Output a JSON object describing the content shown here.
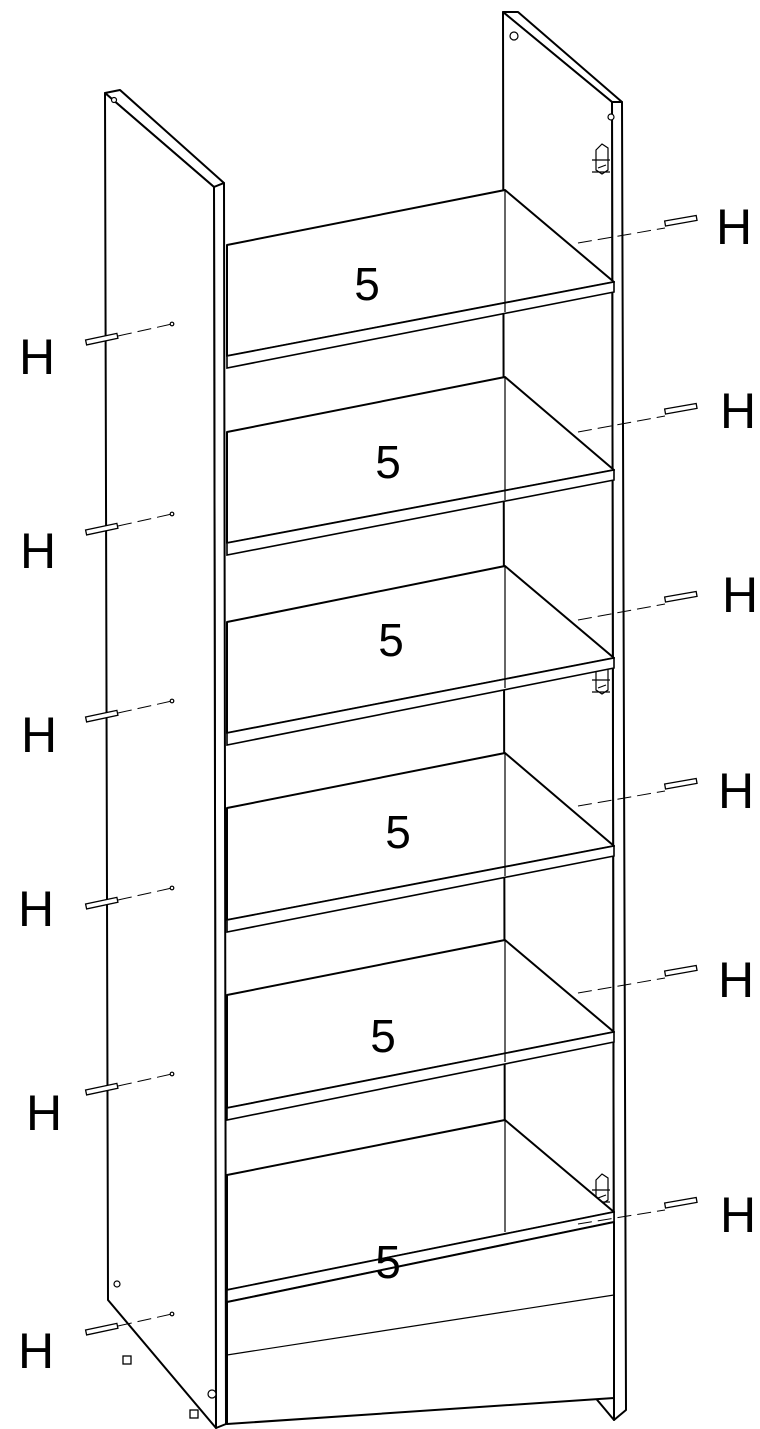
{
  "part_labels": {
    "shelf": "5",
    "dowel": "H"
  },
  "shelves": [
    {
      "label": "5"
    },
    {
      "label": "5"
    },
    {
      "label": "5"
    },
    {
      "label": "5"
    },
    {
      "label": "5"
    },
    {
      "label": "5"
    }
  ],
  "left_dowels": [
    {
      "label": "H"
    },
    {
      "label": "H"
    },
    {
      "label": "H"
    },
    {
      "label": "H"
    },
    {
      "label": "H"
    },
    {
      "label": "H"
    }
  ],
  "right_dowels": [
    {
      "label": "H"
    },
    {
      "label": "H"
    },
    {
      "label": "H"
    },
    {
      "label": "H"
    },
    {
      "label": "H"
    },
    {
      "label": "H"
    }
  ],
  "colors": {
    "line": "#000000",
    "background": "#ffffff"
  }
}
